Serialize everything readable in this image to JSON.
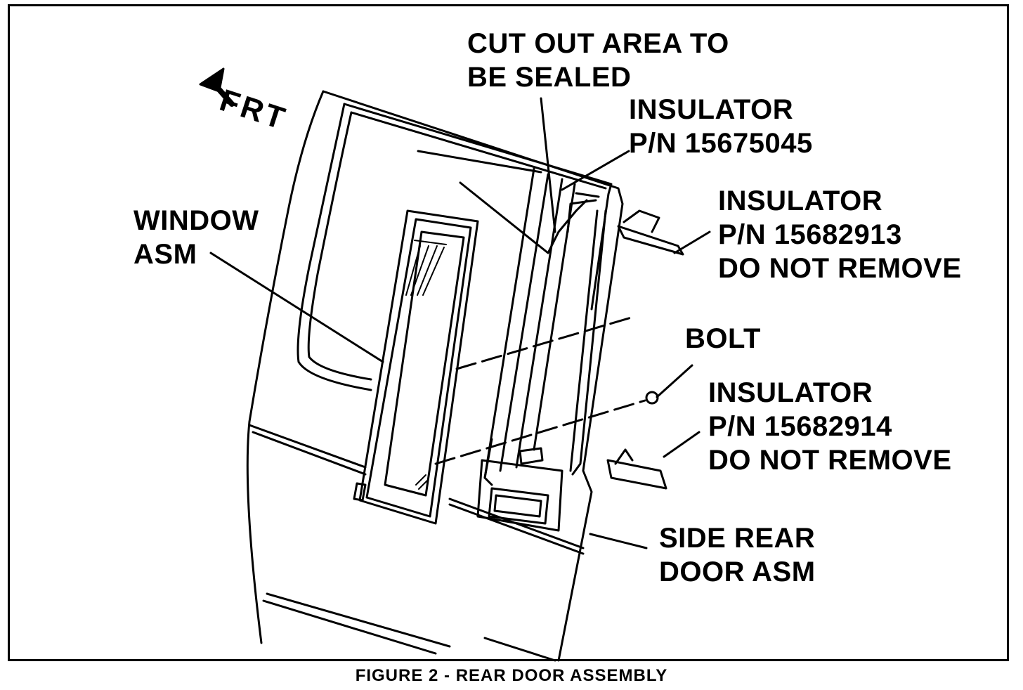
{
  "direction_label": "FRT",
  "labels": {
    "cut_out": [
      "CUT OUT AREA TO",
      "BE SEALED"
    ],
    "insulator_1": [
      "INSULATOR",
      "P/N 15675045"
    ],
    "insulator_2": [
      "INSULATOR",
      "P/N 15682913",
      "DO NOT REMOVE"
    ],
    "window": [
      "WINDOW",
      "ASM"
    ],
    "bolt": [
      "BOLT"
    ],
    "insulator_3": [
      "INSULATOR",
      "P/N 15682914",
      "DO NOT REMOVE"
    ],
    "door": [
      "SIDE REAR",
      "DOOR ASM"
    ]
  },
  "caption": "FIGURE 2 - REAR DOOR ASSEMBLY"
}
